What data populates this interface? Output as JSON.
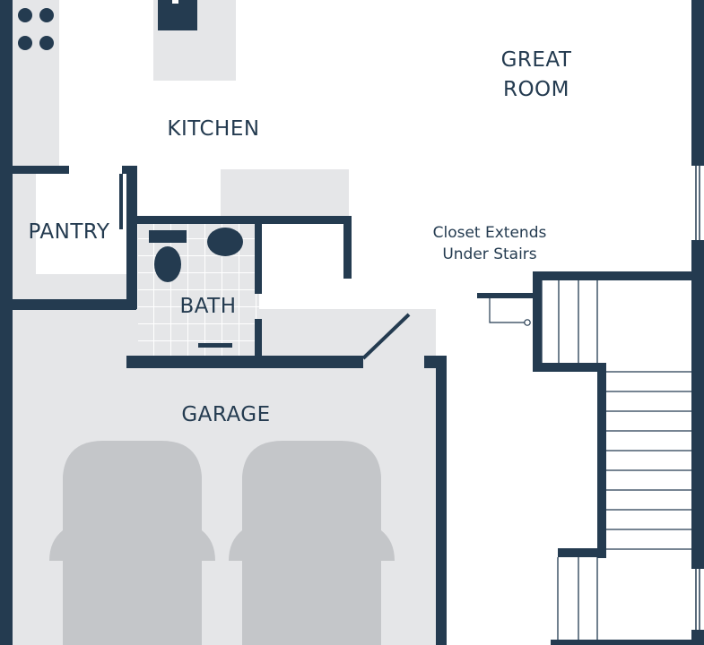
{
  "rooms": {
    "kitchen": "KITCHEN",
    "great_room_line1": "GREAT",
    "great_room_line2": "ROOM",
    "pantry": "PANTRY",
    "bath": "BATH",
    "garage": "GARAGE"
  },
  "notes": {
    "closet_line1": "Closet Extends",
    "closet_line2": "Under Stairs"
  },
  "colors": {
    "wall": "#243b50",
    "floor_fill": "#e5e6e8",
    "fixture": "#c4c6c9",
    "background": "#ffffff"
  }
}
